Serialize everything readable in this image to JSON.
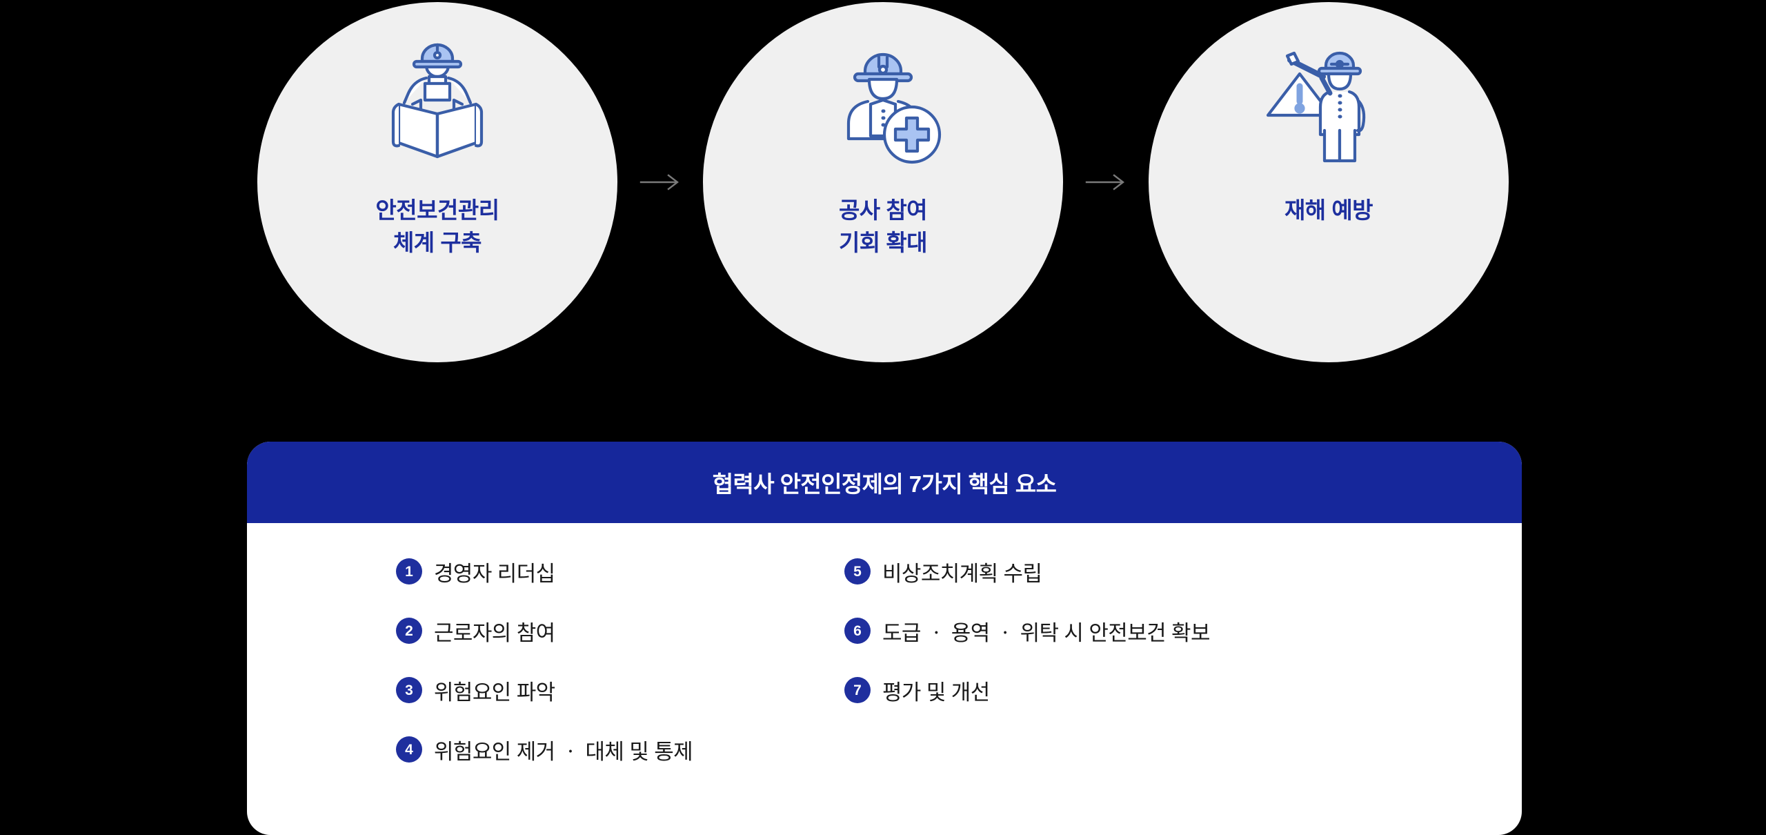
{
  "flow": {
    "steps": [
      {
        "icon": "worker-reading-blueprint-icon",
        "label": "안전보건관리\n체계 구축"
      },
      {
        "icon": "worker-with-medical-cross-icon",
        "label": "공사 참여\n기회 확대"
      },
      {
        "icon": "worker-with-warning-triangle-icon",
        "label": "재해 예방"
      }
    ],
    "arrow_icon": "arrow-right-icon",
    "arrow_count": 2
  },
  "card": {
    "title": "협력사 안전인정제의 7가지 핵심 요소",
    "columns": [
      {
        "items": [
          {
            "number": "1",
            "text": "경영자 리더십"
          },
          {
            "number": "2",
            "text": "근로자의 참여"
          },
          {
            "number": "3",
            "text": "위험요인 파악"
          },
          {
            "number": "4",
            "text": "위험요인 제거 ㆍ 대체 및 통제"
          }
        ]
      },
      {
        "items": [
          {
            "number": "5",
            "text": "비상조치계획 수립"
          },
          {
            "number": "6",
            "text": "도급 ㆍ 용역 ㆍ 위탁 시 안전보건 확보"
          },
          {
            "number": "7",
            "text": "평가 및 개선"
          }
        ]
      }
    ]
  },
  "colors": {
    "background": "#000000",
    "circle_bg": "#f0f0f0",
    "brand_blue": "#16279b",
    "label_blue": "#1d2f9e",
    "badge_blue": "#1f2f9e",
    "icon_stroke": "#3a5ea8",
    "icon_fill": "#a9c3f2",
    "arrow_grey": "#7a7a7a",
    "card_bg": "#ffffff",
    "item_text": "#1a1a1a"
  }
}
